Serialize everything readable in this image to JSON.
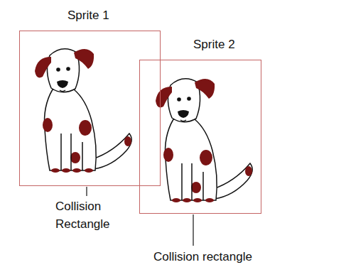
{
  "diagram": {
    "nodes": [
      {
        "text": [
          "Sprite 1"
        ]
      },
      {
        "text": [
          "Sprite 2"
        ]
      }
    ],
    "labels": [
      "Collision Rectangle",
      "Collision rectangle"
    ]
  }
}
